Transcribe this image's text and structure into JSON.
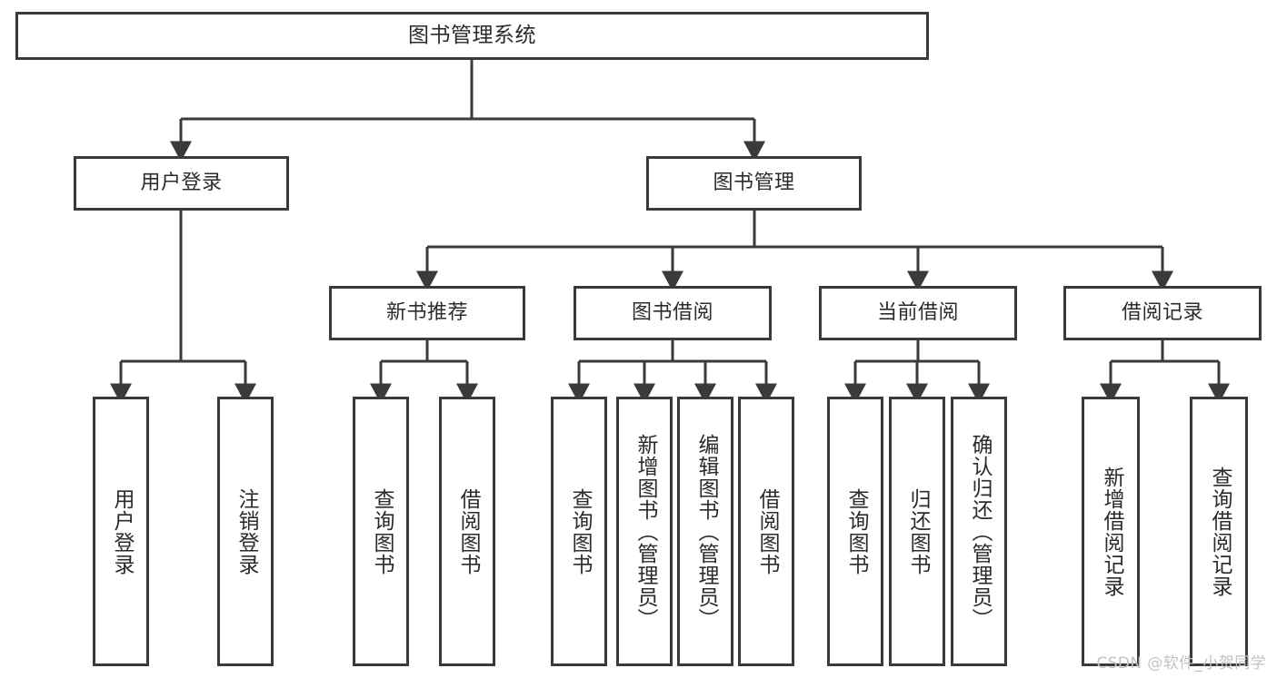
{
  "diagram": {
    "title": "图书管理系统",
    "watermark": "CSDN @软件_小贺同学",
    "colors": {
      "border": "#3a3a3a",
      "fill": "#ffffff",
      "text": "#2b2b2b",
      "edge": "#3a3a3a",
      "watermark": "#c2c2c2"
    },
    "nodes": {
      "root": {
        "label": "图书管理系统"
      },
      "level2": [
        {
          "label": "用户登录"
        },
        {
          "label": "图书管理"
        }
      ],
      "level3": [
        {
          "label": "新书推荐"
        },
        {
          "label": "图书借阅"
        },
        {
          "label": "当前借阅"
        },
        {
          "label": "借阅记录"
        }
      ],
      "leaves": {
        "user_login": [
          {
            "label": "用户登录"
          },
          {
            "label": "注销登录"
          }
        ],
        "new_book": [
          {
            "label": "查询图书"
          },
          {
            "label": "借阅图书"
          }
        ],
        "book_borrow": [
          {
            "label": "查询图书"
          },
          {
            "label": "新增图书（管理员）"
          },
          {
            "label": "编辑图书（管理员）"
          },
          {
            "label": "借阅图书"
          }
        ],
        "current_borrow": [
          {
            "label": "查询图书"
          },
          {
            "label": "归还图书"
          },
          {
            "label": "确认归还（管理员）"
          }
        ],
        "borrow_record": [
          {
            "label": "新增借阅记录"
          },
          {
            "label": "查询借阅记录"
          }
        ]
      }
    }
  }
}
